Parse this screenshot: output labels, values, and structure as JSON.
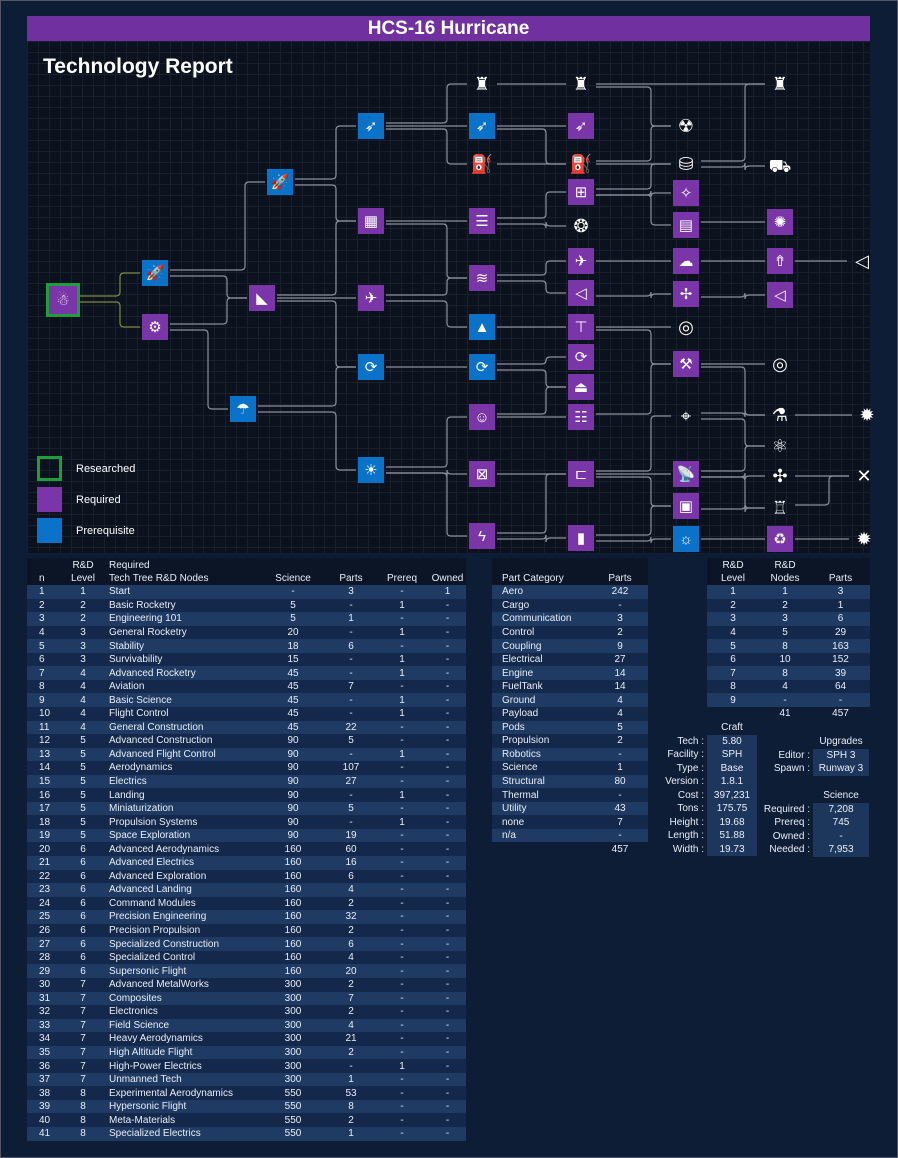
{
  "title": "HCS-16 Hurricane",
  "tree": {
    "heading": "Technology Report",
    "legend": [
      {
        "label": "Researched",
        "status": "researched"
      },
      {
        "label": "Required",
        "status": "required"
      },
      {
        "label": "Prerequisite",
        "status": "prerequisite"
      }
    ],
    "colors": {
      "required": "#7a35a8",
      "prerequisite": "#0a72c8",
      "researched": "#1e9e3a"
    },
    "nodes": [
      {
        "id": 1,
        "status": "researched",
        "icon": "astronaut"
      },
      {
        "id": 2,
        "status": "prerequisite",
        "icon": "rocket"
      },
      {
        "id": 3,
        "status": "required",
        "icon": "gears"
      },
      {
        "id": 4,
        "status": "prerequisite",
        "icon": "rocket"
      },
      {
        "id": 5,
        "status": "required",
        "icon": "fins"
      },
      {
        "id": 6,
        "status": "prerequisite",
        "icon": "parachute"
      },
      {
        "id": 7,
        "status": "prerequisite",
        "icon": "rocket-launch"
      },
      {
        "id": 8,
        "status": "required",
        "icon": "girder"
      },
      {
        "id": 9,
        "status": "required",
        "icon": "plane"
      },
      {
        "id": 10,
        "status": "prerequisite",
        "icon": "gyro"
      },
      {
        "id": 11,
        "status": "prerequisite",
        "icon": "lightbulb"
      },
      {
        "id": 12,
        "status": "none",
        "icon": "towers"
      },
      {
        "id": 13,
        "status": "prerequisite",
        "icon": "rocket-launch"
      },
      {
        "id": 14,
        "status": "none",
        "icon": "fuel-nozzle"
      },
      {
        "id": 15,
        "status": "required",
        "icon": "blueprint"
      },
      {
        "id": 16,
        "status": "required",
        "icon": "airflow"
      },
      {
        "id": 17,
        "status": "prerequisite",
        "icon": "lander"
      },
      {
        "id": 18,
        "status": "prerequisite",
        "icon": "gyro"
      },
      {
        "id": 19,
        "status": "required",
        "icon": "kerbal"
      },
      {
        "id": 20,
        "status": "required",
        "icon": "frame"
      },
      {
        "id": 21,
        "status": "required",
        "icon": "lightning"
      },
      {
        "id": 22,
        "status": "none",
        "icon": "towers"
      },
      {
        "id": 23,
        "status": "required",
        "icon": "rocket-launch"
      },
      {
        "id": 24,
        "status": "none",
        "icon": "fuel-pump"
      },
      {
        "id": 25,
        "status": "required",
        "icon": "flow-chart"
      },
      {
        "id": 26,
        "status": "none",
        "icon": "docking"
      },
      {
        "id": 27,
        "status": "required",
        "icon": "plane"
      },
      {
        "id": 28,
        "status": "required",
        "icon": "intake"
      },
      {
        "id": 29,
        "status": "required",
        "icon": "landing-gear"
      },
      {
        "id": 30,
        "status": "required",
        "icon": "gyro"
      },
      {
        "id": 31,
        "status": "required",
        "icon": "capsule"
      },
      {
        "id": 32,
        "status": "required",
        "icon": "ladder"
      },
      {
        "id": 33,
        "status": "required",
        "icon": "caliper"
      },
      {
        "id": 34,
        "status": "required",
        "icon": "battery"
      },
      {
        "id": 35,
        "status": "none",
        "icon": "radiation"
      },
      {
        "id": 36,
        "status": "none",
        "icon": "tank"
      },
      {
        "id": 37,
        "status": "required",
        "icon": "welding"
      },
      {
        "id": 38,
        "status": "required",
        "icon": "plates"
      },
      {
        "id": 39,
        "status": "required",
        "icon": "high-altitude"
      },
      {
        "id": 40,
        "status": "required",
        "icon": "runway"
      },
      {
        "id": 41,
        "status": "none",
        "icon": "wheels"
      },
      {
        "id": 42,
        "status": "required",
        "icon": "arm"
      },
      {
        "id": 43,
        "status": "none",
        "icon": "telescope"
      },
      {
        "id": 44,
        "status": "required",
        "icon": "antenna"
      },
      {
        "id": 45,
        "status": "required",
        "icon": "chip"
      },
      {
        "id": 46,
        "status": "prerequisite",
        "icon": "solar"
      },
      {
        "id": 47,
        "status": "none",
        "icon": "towers"
      },
      {
        "id": 48,
        "status": "none",
        "icon": "truck"
      },
      {
        "id": 49,
        "status": "required",
        "icon": "ring"
      },
      {
        "id": 50,
        "status": "required",
        "icon": "hypersonic"
      },
      {
        "id": 51,
        "status": "required",
        "icon": "intake"
      },
      {
        "id": 52,
        "status": "none",
        "icon": "wheels"
      },
      {
        "id": 53,
        "status": "none",
        "icon": "flask"
      },
      {
        "id": 54,
        "status": "none",
        "icon": "molecule"
      },
      {
        "id": 55,
        "status": "none",
        "icon": "satellite"
      },
      {
        "id": 56,
        "status": "none",
        "icon": "robot"
      },
      {
        "id": 57,
        "status": "required",
        "icon": "recycle"
      },
      {
        "id": 58,
        "status": "none",
        "icon": "intake"
      },
      {
        "id": 59,
        "status": "none",
        "icon": "burst"
      },
      {
        "id": 60,
        "status": "none",
        "icon": "dish"
      },
      {
        "id": 61,
        "status": "none",
        "icon": "burst"
      }
    ],
    "edges": [
      [
        1,
        2
      ],
      [
        1,
        3
      ],
      [
        2,
        4
      ],
      [
        2,
        5
      ],
      [
        3,
        5
      ],
      [
        3,
        6
      ],
      [
        4,
        7
      ],
      [
        4,
        8
      ],
      [
        5,
        8
      ],
      [
        5,
        9
      ],
      [
        5,
        10
      ],
      [
        6,
        10
      ],
      [
        6,
        11
      ],
      [
        7,
        12
      ],
      [
        7,
        13
      ],
      [
        7,
        14
      ],
      [
        8,
        15
      ],
      [
        8,
        16
      ],
      [
        9,
        16
      ],
      [
        9,
        17
      ],
      [
        10,
        18
      ],
      [
        11,
        19
      ],
      [
        11,
        20
      ],
      [
        11,
        21
      ],
      [
        12,
        22
      ],
      [
        13,
        23
      ],
      [
        13,
        24
      ],
      [
        14,
        24
      ],
      [
        15,
        25
      ],
      [
        15,
        26
      ],
      [
        16,
        27
      ],
      [
        16,
        28
      ],
      [
        17,
        29
      ],
      [
        18,
        30
      ],
      [
        18,
        31
      ],
      [
        19,
        31
      ],
      [
        19,
        32
      ],
      [
        20,
        33
      ],
      [
        21,
        33
      ],
      [
        21,
        34
      ],
      [
        22,
        35
      ],
      [
        24,
        35
      ],
      [
        22,
        47
      ],
      [
        24,
        36
      ],
      [
        25,
        36
      ],
      [
        25,
        37
      ],
      [
        25,
        38
      ],
      [
        27,
        39
      ],
      [
        28,
        40
      ],
      [
        29,
        41
      ],
      [
        29,
        42
      ],
      [
        32,
        42
      ],
      [
        33,
        43
      ],
      [
        33,
        44
      ],
      [
        33,
        45
      ],
      [
        34,
        45
      ],
      [
        34,
        46
      ],
      [
        36,
        47
      ],
      [
        36,
        48
      ],
      [
        38,
        49
      ],
      [
        39,
        50
      ],
      [
        40,
        51
      ],
      [
        42,
        52
      ],
      [
        42,
        53
      ],
      [
        43,
        53
      ],
      [
        43,
        54
      ],
      [
        44,
        54
      ],
      [
        44,
        55
      ],
      [
        44,
        56
      ],
      [
        45,
        56
      ],
      [
        46,
        57
      ],
      [
        50,
        58
      ],
      [
        53,
        59
      ],
      [
        55,
        60
      ],
      [
        56,
        60
      ],
      [
        57,
        61
      ]
    ]
  },
  "nodes_table": {
    "headers": {
      "n": "n",
      "level_top": "R&D",
      "level": "Level",
      "name_top": "Required",
      "name": "Tech Tree R&D Nodes",
      "science": "Science",
      "parts": "Parts",
      "prereq": "Prereq",
      "owned": "Owned"
    },
    "rows": [
      [
        "1",
        "1",
        "Start",
        "-",
        "3",
        "-",
        "1"
      ],
      [
        "2",
        "2",
        "Basic Rocketry",
        "5",
        "-",
        "1",
        "-"
      ],
      [
        "3",
        "2",
        "Engineering 101",
        "5",
        "1",
        "-",
        "-"
      ],
      [
        "4",
        "3",
        "General Rocketry",
        "20",
        "-",
        "1",
        "-"
      ],
      [
        "5",
        "3",
        "Stability",
        "18",
        "6",
        "-",
        "-"
      ],
      [
        "6",
        "3",
        "Survivability",
        "15",
        "-",
        "1",
        "-"
      ],
      [
        "7",
        "4",
        "Advanced Rocketry",
        "45",
        "-",
        "1",
        "-"
      ],
      [
        "8",
        "4",
        "Aviation",
        "45",
        "7",
        "-",
        "-"
      ],
      [
        "9",
        "4",
        "Basic Science",
        "45",
        "-",
        "1",
        "-"
      ],
      [
        "10",
        "4",
        "Flight Control",
        "45",
        "-",
        "1",
        "-"
      ],
      [
        "11",
        "4",
        "General Construction",
        "45",
        "22",
        "-",
        "-"
      ],
      [
        "12",
        "5",
        "Advanced Construction",
        "90",
        "5",
        "-",
        "-"
      ],
      [
        "13",
        "5",
        "Advanced Flight Control",
        "90",
        "-",
        "1",
        "-"
      ],
      [
        "14",
        "5",
        "Aerodynamics",
        "90",
        "107",
        "-",
        "-"
      ],
      [
        "15",
        "5",
        "Electrics",
        "90",
        "27",
        "-",
        "-"
      ],
      [
        "16",
        "5",
        "Landing",
        "90",
        "-",
        "1",
        "-"
      ],
      [
        "17",
        "5",
        "Miniaturization",
        "90",
        "5",
        "-",
        "-"
      ],
      [
        "18",
        "5",
        "Propulsion Systems",
        "90",
        "-",
        "1",
        "-"
      ],
      [
        "19",
        "5",
        "Space Exploration",
        "90",
        "19",
        "-",
        "-"
      ],
      [
        "20",
        "6",
        "Advanced Aerodynamics",
        "160",
        "60",
        "-",
        "-"
      ],
      [
        "21",
        "6",
        "Advanced Electrics",
        "160",
        "16",
        "-",
        "-"
      ],
      [
        "22",
        "6",
        "Advanced Exploration",
        "160",
        "6",
        "-",
        "-"
      ],
      [
        "23",
        "6",
        "Advanced Landing",
        "160",
        "4",
        "-",
        "-"
      ],
      [
        "24",
        "6",
        "Command Modules",
        "160",
        "2",
        "-",
        "-"
      ],
      [
        "25",
        "6",
        "Precision Engineering",
        "160",
        "32",
        "-",
        "-"
      ],
      [
        "26",
        "6",
        "Precision Propulsion",
        "160",
        "2",
        "-",
        "-"
      ],
      [
        "27",
        "6",
        "Specialized  Construction",
        "160",
        "6",
        "-",
        "-"
      ],
      [
        "28",
        "6",
        "Specialized Control",
        "160",
        "4",
        "-",
        "-"
      ],
      [
        "29",
        "6",
        "Supersonic Flight",
        "160",
        "20",
        "-",
        "-"
      ],
      [
        "30",
        "7",
        "Advanced MetalWorks",
        "300",
        "2",
        "-",
        "-"
      ],
      [
        "31",
        "7",
        "Composites",
        "300",
        "7",
        "-",
        "-"
      ],
      [
        "32",
        "7",
        "Electronics",
        "300",
        "2",
        "-",
        "-"
      ],
      [
        "33",
        "7",
        "Field Science",
        "300",
        "4",
        "-",
        "-"
      ],
      [
        "34",
        "7",
        "Heavy Aerodynamics",
        "300",
        "21",
        "-",
        "-"
      ],
      [
        "35",
        "7",
        "High Altitude Flight",
        "300",
        "2",
        "-",
        "-"
      ],
      [
        "36",
        "7",
        "High-Power Electrics",
        "300",
        "-",
        "1",
        "-"
      ],
      [
        "37",
        "7",
        "Unmanned Tech",
        "300",
        "1",
        "-",
        "-"
      ],
      [
        "38",
        "8",
        "Experimental Aerodynamics",
        "550",
        "53",
        "-",
        "-"
      ],
      [
        "39",
        "8",
        "Hypersonic Flight",
        "550",
        "8",
        "-",
        "-"
      ],
      [
        "40",
        "8",
        "Meta-Materials",
        "550",
        "2",
        "-",
        "-"
      ],
      [
        "41",
        "8",
        "Specialized Electrics",
        "550",
        "1",
        "-",
        "-"
      ]
    ]
  },
  "category_table": {
    "headers": {
      "category": "Part Category",
      "parts": "Parts"
    },
    "rows": [
      [
        "Aero",
        "242"
      ],
      [
        "Cargo",
        "-"
      ],
      [
        "Communication",
        "3"
      ],
      [
        "Control",
        "2"
      ],
      [
        "Coupling",
        "9"
      ],
      [
        "Electrical",
        "27"
      ],
      [
        "Engine",
        "14"
      ],
      [
        "FuelTank",
        "14"
      ],
      [
        "Ground",
        "4"
      ],
      [
        "Payload",
        "4"
      ],
      [
        "Pods",
        "5"
      ],
      [
        "Propulsion",
        "2"
      ],
      [
        "Robotics",
        "-"
      ],
      [
        "Science",
        "1"
      ],
      [
        "Structural",
        "80"
      ],
      [
        "Thermal",
        "-"
      ],
      [
        "Utility",
        "43"
      ],
      [
        "none",
        "7"
      ],
      [
        "n/a",
        "-"
      ]
    ],
    "total": "457"
  },
  "level_table": {
    "headers": {
      "level_top": "R&D",
      "level": "Level",
      "nodes_top": "R&D",
      "nodes": "Nodes",
      "parts": "Parts"
    },
    "rows": [
      [
        "1",
        "1",
        "3"
      ],
      [
        "2",
        "2",
        "1"
      ],
      [
        "3",
        "3",
        "6"
      ],
      [
        "4",
        "5",
        "29"
      ],
      [
        "5",
        "8",
        "163"
      ],
      [
        "6",
        "10",
        "152"
      ],
      [
        "7",
        "8",
        "39"
      ],
      [
        "8",
        "4",
        "64"
      ],
      [
        "9",
        "-",
        "-"
      ]
    ],
    "total_nodes": "41",
    "total_parts": "457"
  },
  "craft": {
    "heading": "Craft",
    "rows": [
      [
        "Tech :",
        "5.80"
      ],
      [
        "Facility :",
        "SPH"
      ],
      [
        "Type :",
        "Base"
      ],
      [
        "Version :",
        "1.8.1"
      ],
      [
        "Cost :",
        "397,231"
      ],
      [
        "Tons :",
        "175.75"
      ],
      [
        "Height :",
        "19.68"
      ],
      [
        "Length :",
        "51.88"
      ],
      [
        "Width :",
        "19.73"
      ]
    ]
  },
  "upgrades": {
    "heading": "Upgrades",
    "rows": [
      [
        "Editor :",
        "SPH 3"
      ],
      [
        "Spawn :",
        "Runway 3"
      ]
    ]
  },
  "science": {
    "heading": "Science",
    "rows": [
      [
        "Required :",
        "7,208"
      ],
      [
        "Prereq :",
        "745"
      ],
      [
        "Owned :",
        "-"
      ],
      [
        "Needed :",
        "7,953"
      ]
    ]
  }
}
